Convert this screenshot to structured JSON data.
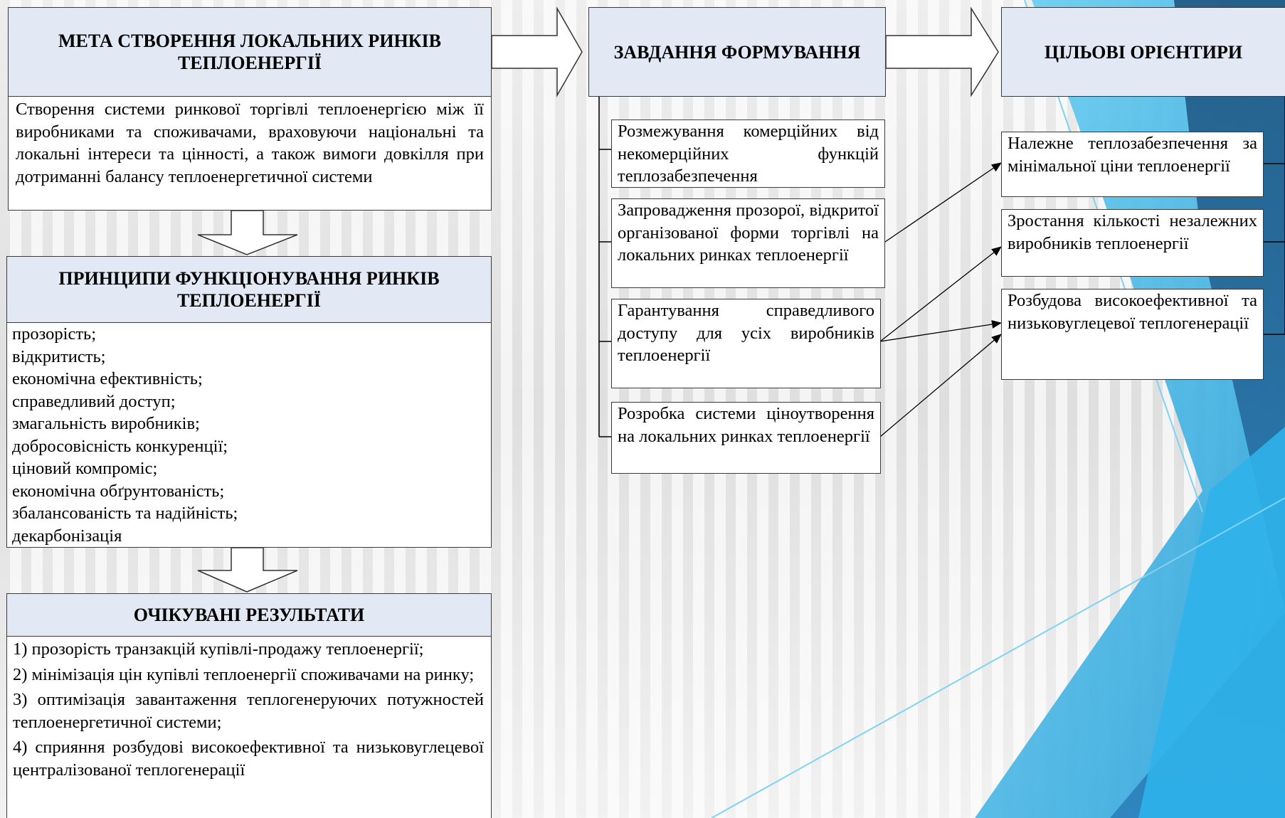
{
  "purpose": {
    "title": "МЕТА СТВОРЕННЯ ЛОКАЛЬНИХ РИНКІВ ТЕПЛОЕНЕРГІЇ",
    "text": "Створення системи ринкової торгівлі теплоенергією між її виробниками та споживачами, враховуючи національні та локальні інтереси та цінності, а також вимоги довкілля при дотриманні балансу теплоенергетичної системи"
  },
  "principles": {
    "title": "ПРИНЦИПИ ФУНКЦІОНУВАННЯ РИНКІВ ТЕПЛОЕНЕРГІЇ",
    "items": [
      "прозорість;",
      "відкритисть;",
      "економічна ефективність;",
      "справедливий доступ;",
      "змагальність виробників;",
      "добросовісність конкуренції;",
      "ціновий компроміс;",
      "економічна обґрунтованість;",
      "збалансованість та надійність;",
      "декарбонізація"
    ]
  },
  "results": {
    "title": "ОЧІКУВАНІ РЕЗУЛЬТАТИ",
    "items": [
      "1) прозорість транзакцій купівлі-продажу теплоенергії;",
      "2) мінімізація цін купівлі теплоенергії споживачами на ринку;",
      "3) оптимізація завантаження теплогенеруючих потужностей теплоенергетичної системи;",
      "4) сприяння розбудові високоефективної та низьковуглецевої централізованої теплогенерації"
    ]
  },
  "tasks": {
    "title": "ЗАВДАННЯ ФОРМУВАННЯ",
    "items": [
      "Розмежування комерційних від некомерційних функцій теплозабезпечення",
      "Запровадження прозорої, відкритої організованої форми торгівлі на локальних ринках теплоенергії",
      "Гарантування справедливого доступу для усіх виробників теплоенергії",
      "Розробка системи ціноутворення на локальних ринках теплоенергії"
    ]
  },
  "targets": {
    "title": "ЦІЛЬОВІ ОРІЄНТИРИ",
    "items": [
      "Належне теплозабезпечення за мінімальної ціни теплоенергії",
      "Зростання кількості незалежних виробників теплоенергії",
      "Розбудова високоефективної та низьковуглецевої теплогенерації"
    ]
  },
  "colors": {
    "header_fill": "#e2e9f5",
    "box_fill": "#ffffff",
    "border": "#3a3a3a",
    "accent_dark": "#1f5f8e",
    "accent_light": "#3bb3e6"
  }
}
